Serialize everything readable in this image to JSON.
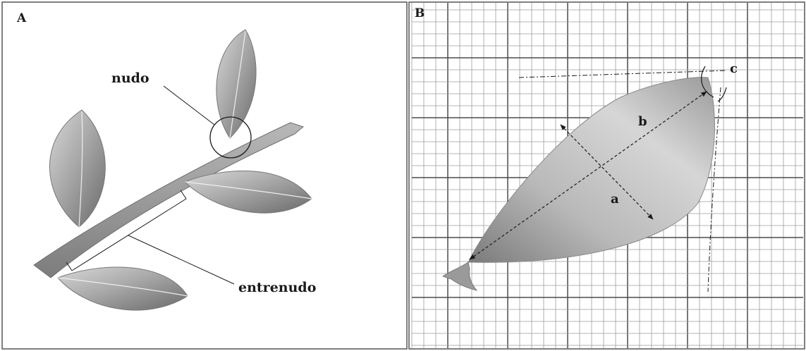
{
  "panels": {
    "a": {
      "label": "A",
      "node_label": "nudo",
      "internode_label": "entrenudo"
    },
    "b": {
      "label": "B",
      "width_label": "a",
      "length_label": "b",
      "angle_label": "c"
    }
  },
  "colors": {
    "leaf_light": "#cfcfcf",
    "leaf_dark": "#6e6e6e",
    "stem": "#9a9a9a",
    "grid_minor": "#9c9c9c",
    "grid_major": "#4a4a4a",
    "ink": "#1a1a1a"
  }
}
